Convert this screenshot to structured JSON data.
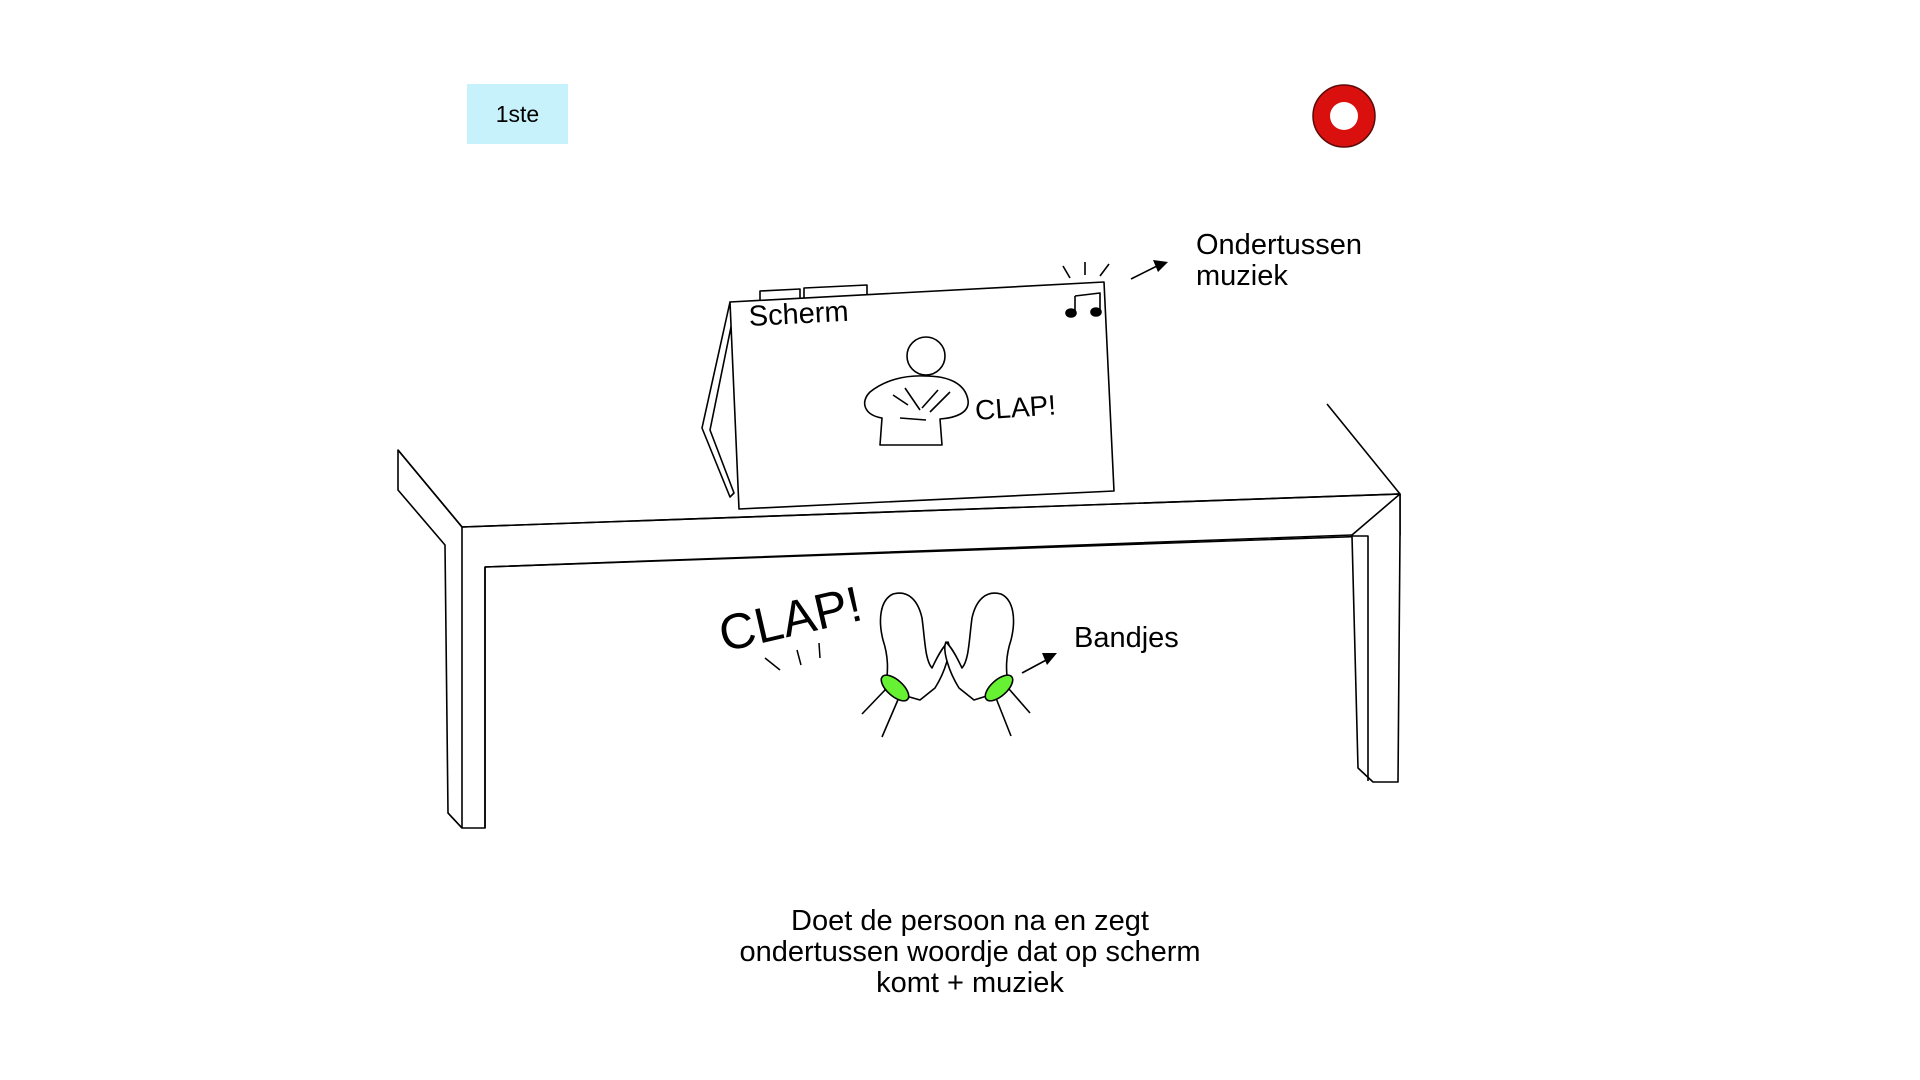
{
  "badge": {
    "label": "1ste",
    "color": "#c8f2fb"
  },
  "record_indicator": {
    "icon": "record-ring-icon",
    "color": "#d9100e"
  },
  "annotations": {
    "screen": "Scherm",
    "screen_word": "CLAP!",
    "clap_word": "CLAP!",
    "music_line1": "Ondertussen",
    "music_line2": "muziek",
    "bands": "Bandjes"
  },
  "caption": {
    "line1": "Doet de persoon na en zegt",
    "line2": "ondertussen woordje dat op scherm",
    "line3": "komt + muziek"
  },
  "colors": {
    "wristband": "#66f233",
    "stroke": "#000000"
  }
}
